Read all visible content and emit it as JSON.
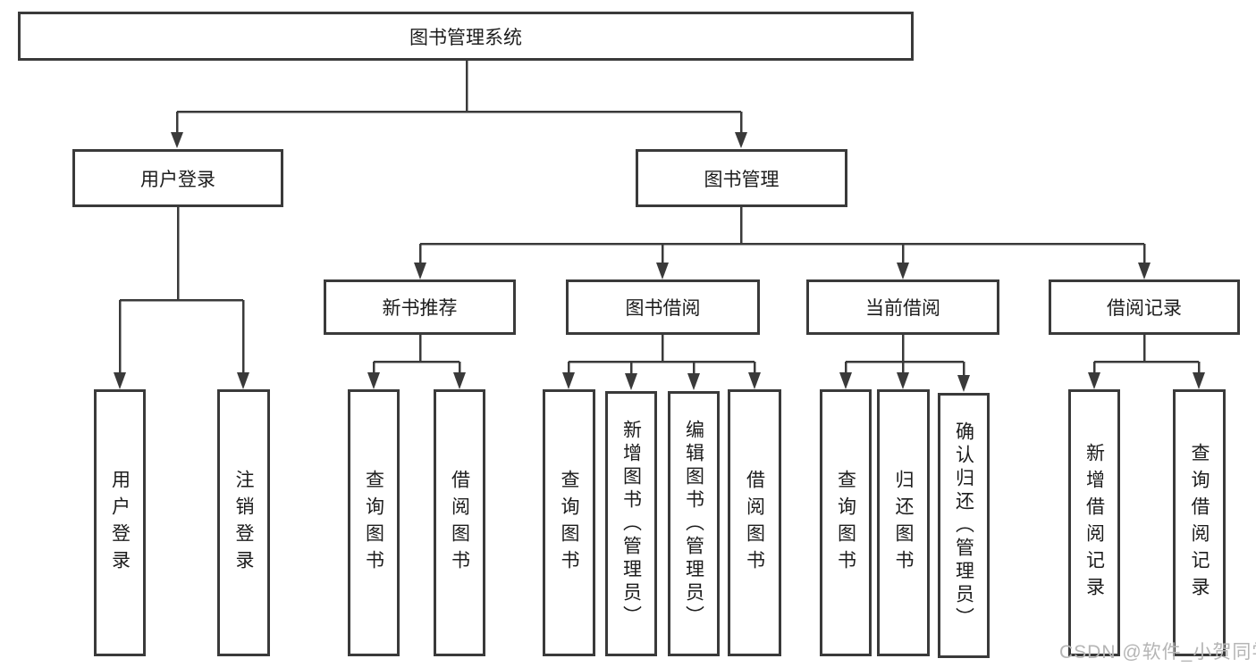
{
  "diagram": {
    "root": {
      "label": "图书管理系统"
    },
    "branches": [
      {
        "label": "用户登录",
        "children": [
          {
            "label": "用户登录"
          },
          {
            "label": "注销登录"
          }
        ]
      },
      {
        "label": "图书管理",
        "groups": [
          {
            "label": "新书推荐",
            "children": [
              {
                "label": "查询图书"
              },
              {
                "label": "借阅图书"
              }
            ]
          },
          {
            "label": "图书借阅",
            "children": [
              {
                "label": "查询图书"
              },
              {
                "label": "新增图书（管理员）"
              },
              {
                "label": "编辑图书（管理员）"
              },
              {
                "label": "借阅图书"
              }
            ]
          },
          {
            "label": "当前借阅",
            "children": [
              {
                "label": "查询图书"
              },
              {
                "label": "归还图书"
              },
              {
                "label": "确认归还（管理员）"
              }
            ]
          },
          {
            "label": "借阅记录",
            "children": [
              {
                "label": "新增借阅记录"
              },
              {
                "label": "查询借阅记录"
              }
            ]
          }
        ]
      }
    ]
  },
  "watermark": "CSDN @软件_小贺同学",
  "colors": {
    "line": "#3a3a3a",
    "border": "#3a3a3a",
    "text": "#1c1c1c",
    "background": "#ffffff",
    "watermark": "#b5b5b5"
  }
}
